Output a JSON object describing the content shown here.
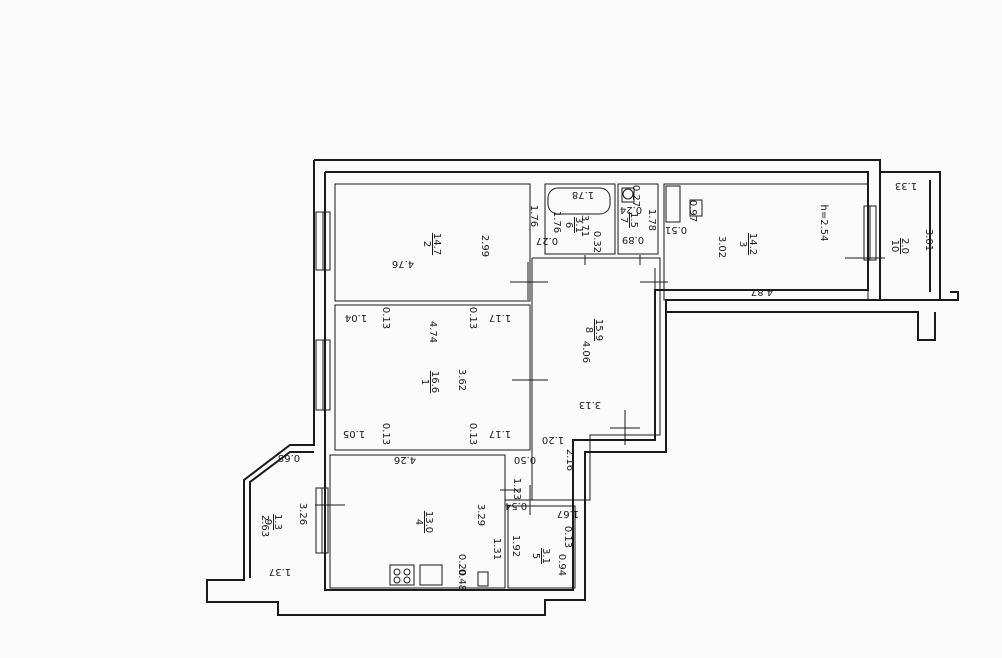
{
  "title": "",
  "rooms": [
    {
      "number": "1",
      "area": "16.6"
    },
    {
      "number": "2",
      "area": "14.7"
    },
    {
      "number": "3",
      "area": "14.2"
    },
    {
      "number": "4",
      "area": "13.0"
    },
    {
      "number": "5",
      "area": "3.1"
    },
    {
      "number": "6",
      "area": "3.1"
    },
    {
      "number": "7",
      "area": "1.5"
    },
    {
      "number": "8",
      "area": "15.9"
    },
    {
      "number": "9",
      "area": "1.3"
    },
    {
      "number": "10",
      "area": "2.0"
    }
  ],
  "ceiling_height": "h=2.54",
  "dimensions": [
    "4.76",
    "2.99",
    "1.76",
    "0.27",
    "1.78",
    "1.76",
    "3.71",
    "0.32",
    "0.24",
    "1.78",
    "0.27",
    "0.89",
    "0.97",
    "0.51",
    "3.02",
    "4.87",
    "1.33",
    "3.01",
    "1.04",
    "0.13",
    "4.74",
    "0.13",
    "1.17",
    "3.62",
    "4.06",
    "3.13",
    "1.05",
    "0.13",
    "0.13",
    "1.17",
    "1.20",
    "4.26",
    "0.50",
    "2.16",
    "0.68",
    "3.26",
    "2.63",
    "1.37",
    "3.29",
    "1.23",
    "0.54",
    "1.67",
    "0.13",
    "1.31",
    "0.20",
    "0.48",
    "1.92",
    "0.94"
  ]
}
